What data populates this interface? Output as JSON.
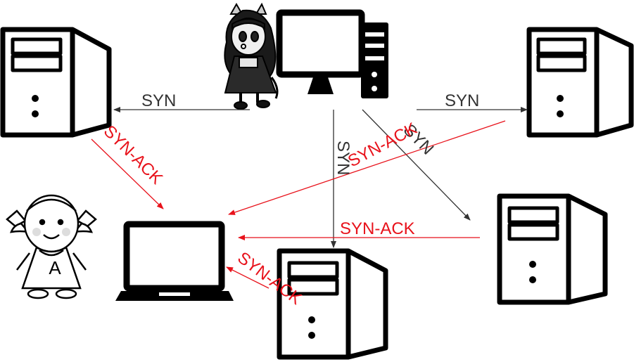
{
  "colors": {
    "syn": "#333333",
    "syn_ack": "#e8121b",
    "device": "#000000",
    "background": "#ffffff"
  },
  "labels": {
    "syn_left": "SYN",
    "syn_right": "SYN",
    "syn_vertical": "SYN",
    "syn_diagonal": "SYN",
    "synack_topleft": "SYN-ACK",
    "synack_long_diagonal": "SYN-ACK",
    "synack_horizontal": "SYN-ACK",
    "synack_bottom": "SYN-ACK",
    "victim_letter": "A"
  },
  "icons": {
    "attacker": "devil-girl-icon",
    "attacker_pc": "desktop-computer-icon",
    "victim": "girl-icon",
    "victim_laptop": "laptop-icon",
    "servers": [
      "server-tower-icon",
      "server-tower-icon",
      "server-tower-icon",
      "server-tower-icon"
    ]
  }
}
